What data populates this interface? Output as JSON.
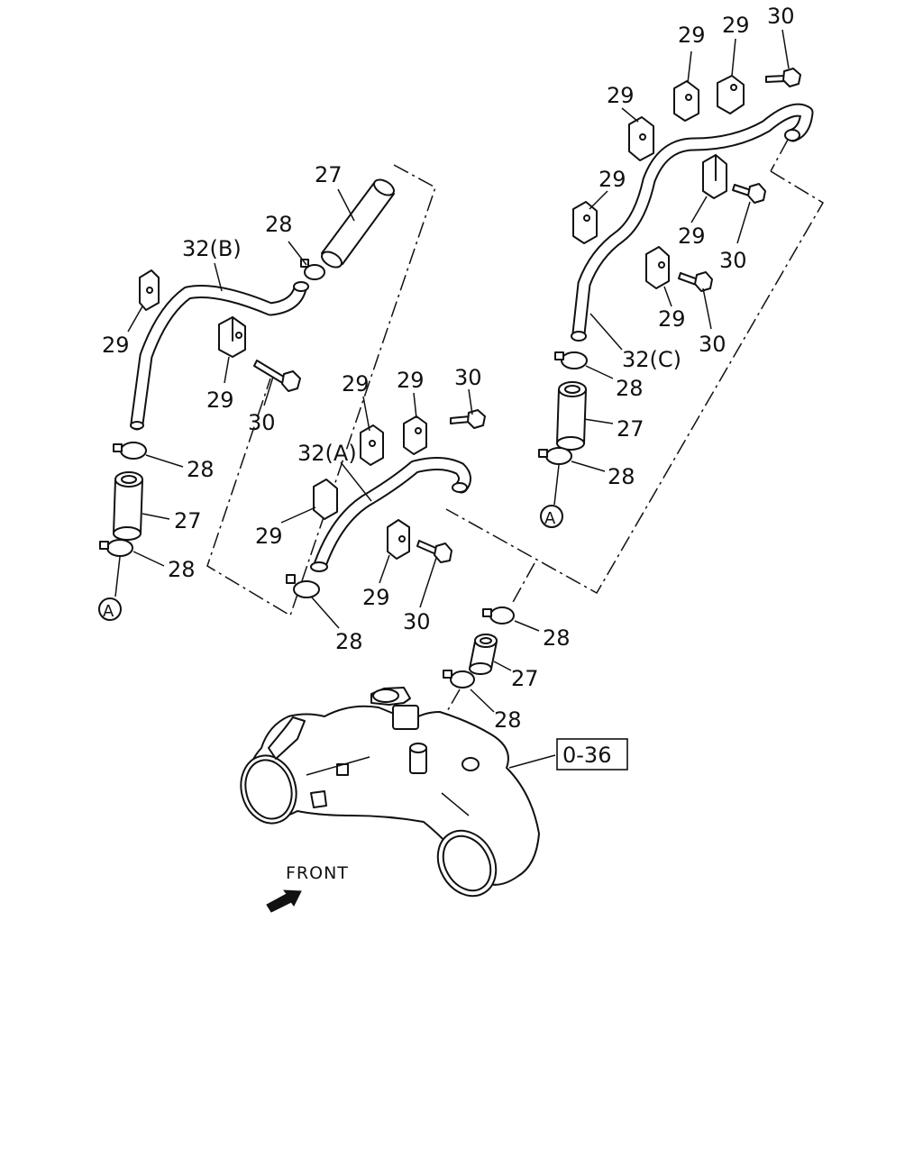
{
  "diagram": {
    "part_labels": {
      "hose_27_b": "27",
      "clamp_28_b": "28",
      "pipe_32b": "32(B)",
      "clip_29_b1": "29",
      "clip_29_b2": "29",
      "bolt_30_b": "30",
      "clamp_28_b2": "28",
      "hose_27_b2": "27",
      "clamp_28_b3": "28",
      "pipe_32a": "32(A)",
      "clip_29_a1": "29",
      "clip_29_a2": "29",
      "bolt_30_a1": "30",
      "clip_29_a3": "29",
      "clip_29_a4": "29",
      "bolt_30_a2": "30",
      "clamp_28_a": "28",
      "clip_29_c1": "29",
      "clip_29_c2": "29",
      "bolt_30_c1": "30",
      "clip_29_c3": "29",
      "clip_29_c4": "29",
      "clip_29_c5": "29",
      "bolt_30_c2": "30",
      "clip_29_c6": "29",
      "bolt_30_c3": "30",
      "pipe_32c": "32(C)",
      "clamp_28_c1": "28",
      "hose_27_c": "27",
      "clamp_28_c2": "28",
      "clamp_28_m1": "28",
      "hose_27_m": "27",
      "clamp_28_m2": "28"
    },
    "connector_marks": {
      "left": "A",
      "right": "A"
    },
    "reference_box": "0-36",
    "front_label": "FRONT"
  }
}
